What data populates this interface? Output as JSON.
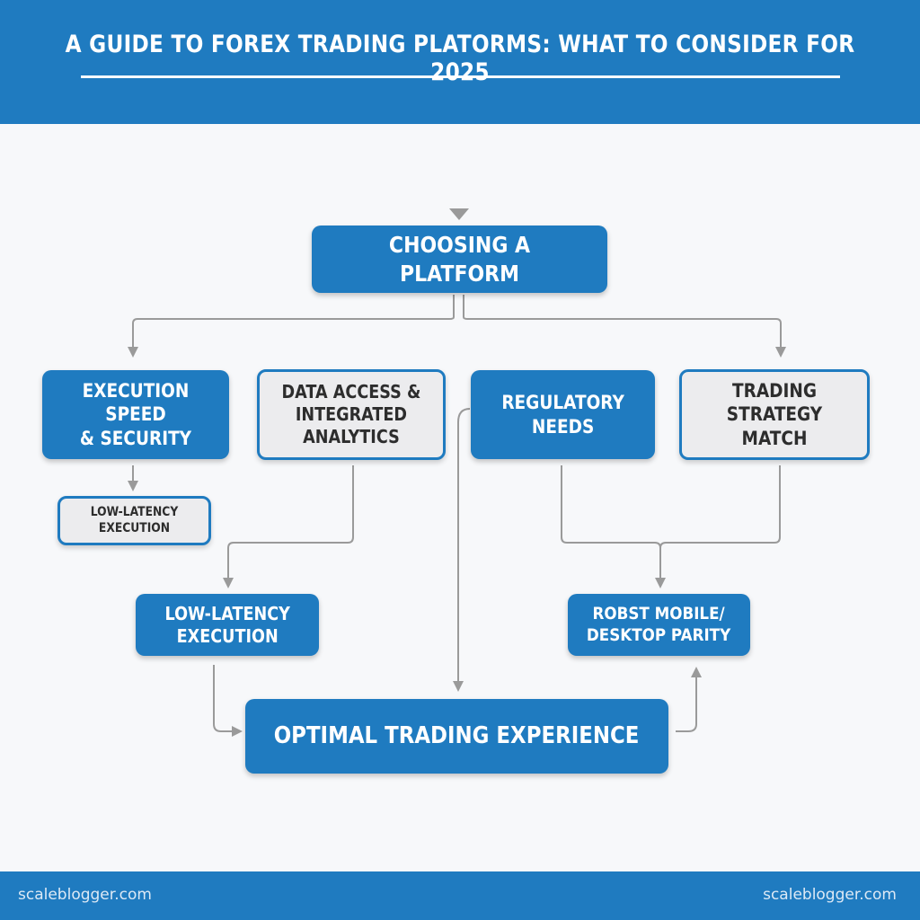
{
  "header": {
    "title": "A GUIDE TO FOREX TRADING PLATORMS: WHAT TO CONSIDER FOR 2025"
  },
  "diagram": {
    "nodes": {
      "choosing_platform": "CHOOSING A PLATFORM",
      "execution_speed": "EXECUTION SPEED\n& SECURITY",
      "data_access": "DATA ACCESS &\nINTEGRATED\nANALYTICS",
      "regulatory_needs": "REGULATORY\nNEEDS",
      "trading_strategy": "TRADING STRATEGY\nMATCH",
      "low_latency_small": "LOW-LATENCY EXECUTION",
      "low_latency_execution": "LOW-LATENCY\nEXECUTION",
      "mobile_parity": "ROBST MOBILE/\nDESKTOP PARITY",
      "optimal_experience": "OPTIMAL TRADING EXPERIENCE"
    },
    "colors": {
      "primary_blue": "#1f7bc0",
      "box_gray": "#ececee",
      "connector": "#9a9a9a"
    }
  },
  "footer": {
    "left_text": "scaleblogger.com",
    "right_text": "scaleblogger.com"
  }
}
